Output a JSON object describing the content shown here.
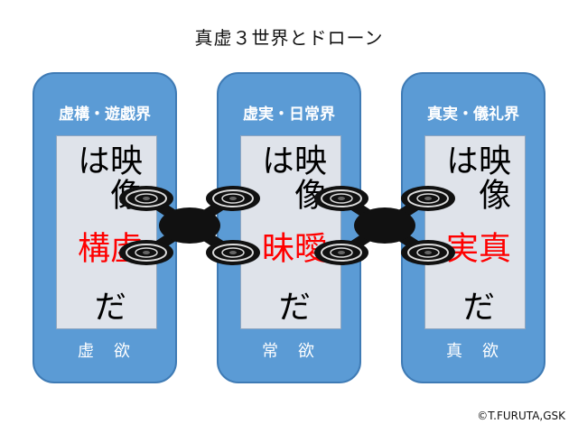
{
  "title": "真虚３世界とドローン",
  "panels": [
    {
      "name": "虚構・遊戯界",
      "text_pre": "映像は",
      "text_hl": "虚構",
      "text_post": "だ",
      "desire": "虚　欲"
    },
    {
      "name": "虚実・日常界",
      "text_pre": "映像は",
      "text_hl": "曖昧",
      "text_post": "だ",
      "desire": "常　欲"
    },
    {
      "name": "真実・儀礼界",
      "text_pre": "映像は",
      "text_hl": "真実",
      "text_post": "だ",
      "desire": "真　欲"
    }
  ],
  "copyright": "©T.FURUTA,GSK",
  "colors": {
    "panel": "#5b9bd5",
    "inner": "#dfe3ea",
    "highlight": "#ff0000",
    "drone": "#111111"
  },
  "icons": [
    "drone-icon",
    "drone-icon"
  ]
}
